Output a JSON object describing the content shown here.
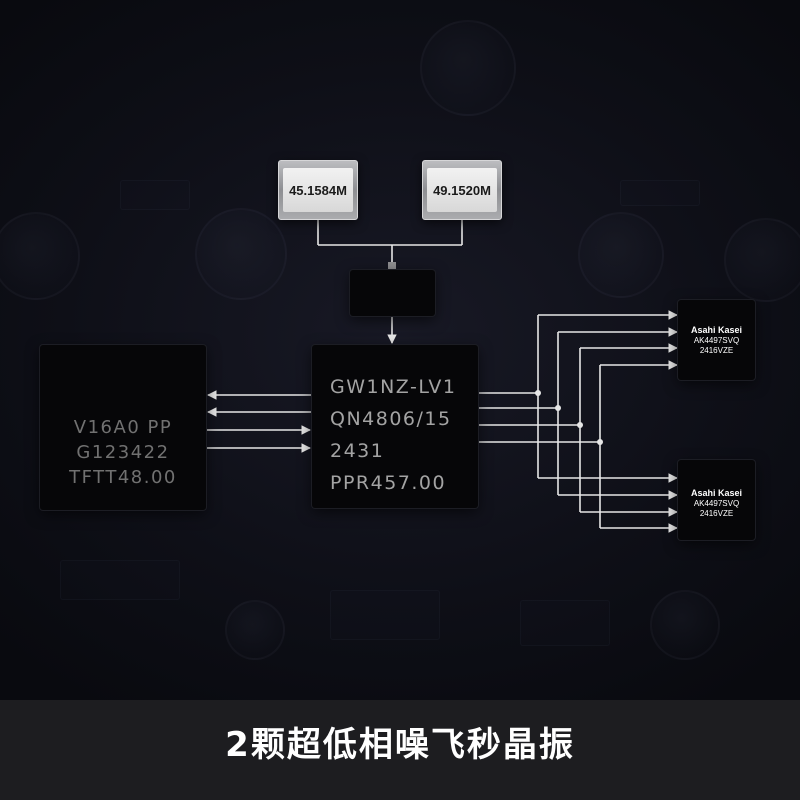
{
  "crystals": [
    {
      "frequency": "45.1584M"
    },
    {
      "frequency": "49.1520M"
    }
  ],
  "fpga_chip": {
    "markings": [
      "GW1NZ-LV1",
      "QN4806/15",
      "2431",
      "PPR457.00"
    ]
  },
  "left_chip": {
    "markings": [
      "V16A0 PP",
      "G123422",
      "TFTT48.00"
    ]
  },
  "dac_chips": [
    {
      "brand": "Asahi Kasei",
      "model": "AK4497SVQ",
      "date_code": "2416VZE"
    },
    {
      "brand": "Asahi Kasei",
      "model": "AK4497SVQ",
      "date_code": "2416VZE"
    }
  ],
  "banner": {
    "caption": "2颗超低相噪飞秒晶振"
  },
  "colors": {
    "background": "#0e0f17",
    "chip": "#060608",
    "line": "#e6e6e6",
    "banner": "#1d1d20",
    "caption": "#ffffff"
  }
}
